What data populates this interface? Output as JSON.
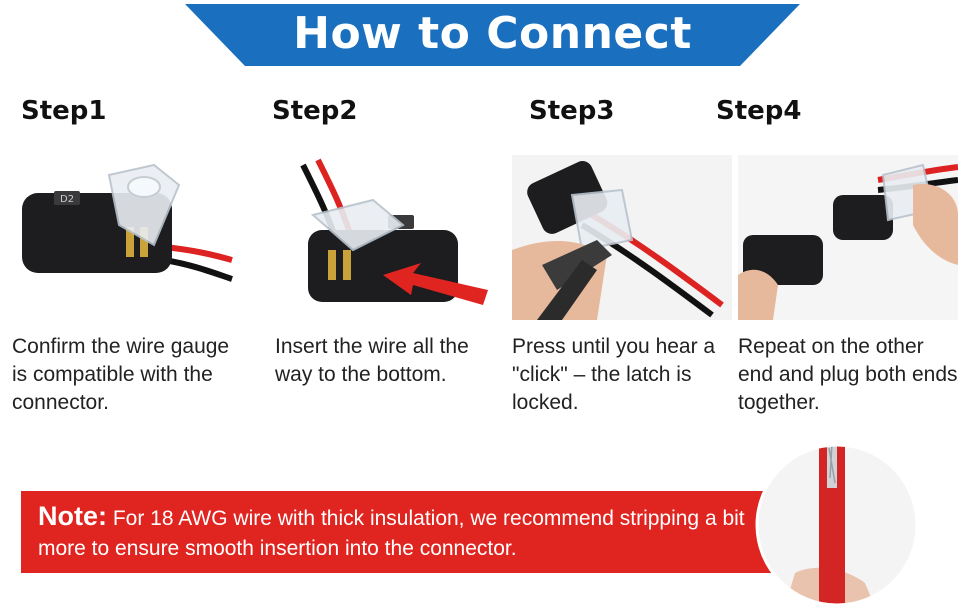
{
  "banner": {
    "title": "How to Connect",
    "color": "#1a6fbe"
  },
  "steps": [
    {
      "title": "Step1",
      "text": "Confirm the wire gauge is compatible with the connector."
    },
    {
      "title": "Step2",
      "text": "Insert the wire all the way to the bottom."
    },
    {
      "title": "Step3",
      "text": "Press until you hear a \"click\" – the latch is locked."
    },
    {
      "title": "Step4",
      "text": "Repeat on the other end and plug both ends together."
    }
  ],
  "note": {
    "label": "Note:",
    "text": " For 18 AWG wire with thick insulation, we recommend stripping a bit more to ensure smooth insertion into the connector.",
    "color": "#e02420"
  },
  "connector_label": "D2"
}
